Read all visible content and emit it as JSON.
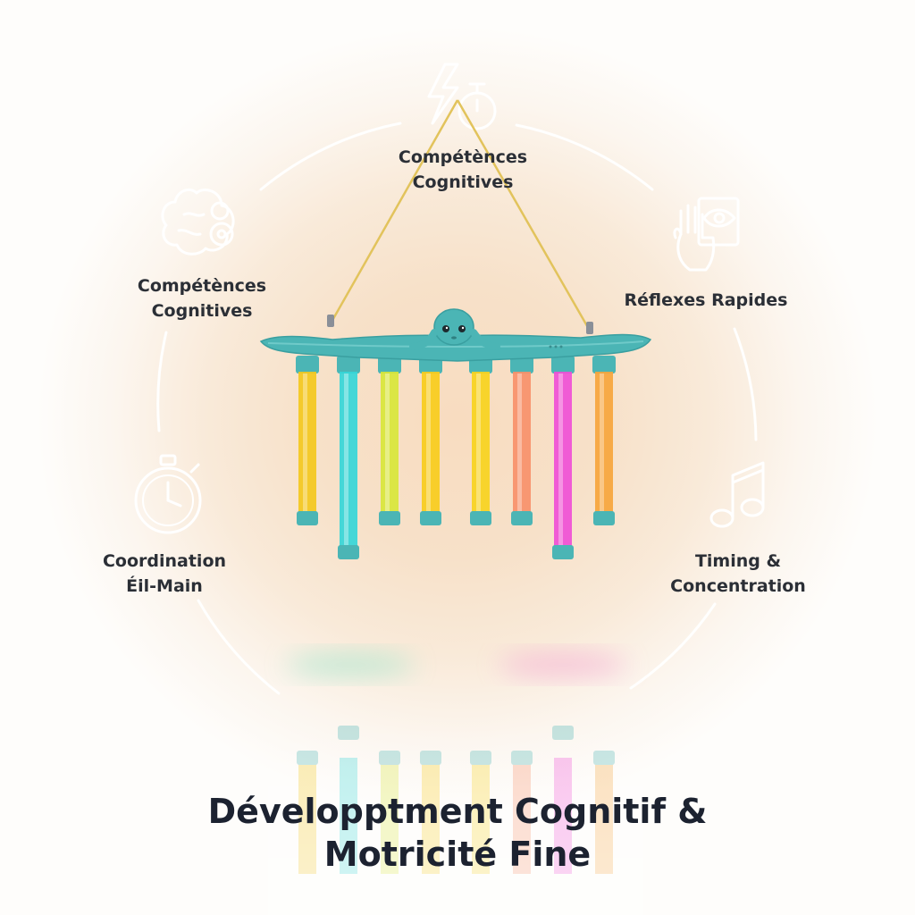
{
  "skills": [
    {
      "line1": "Compétènces",
      "line2": "Cognitives",
      "icon": "lightning-stopwatch-icon"
    },
    {
      "line1": "Compétènces",
      "line2": "Cognitives",
      "icon": "brain-gears-icon"
    },
    {
      "line1": "Réflexes Rapides",
      "line2": "",
      "icon": "hand-eye-icon"
    },
    {
      "line1": "Coordination",
      "line2": "Éil-Main",
      "icon": "stopwatch-icon"
    },
    {
      "line1": "Timing &",
      "line2": "Concentration",
      "icon": "music-note-icon"
    }
  ],
  "title": {
    "line1": "Développtment Cognitif &",
    "line2": "Motricité Fine"
  },
  "toy": {
    "body_color": "#4bb5b5",
    "tube_colors": [
      "#f3c81e",
      "#35d6d8",
      "#d8e63a",
      "#f7cc1c",
      "#f7d21e",
      "#f7906a",
      "#ef4fd6",
      "#f6a53c"
    ]
  }
}
